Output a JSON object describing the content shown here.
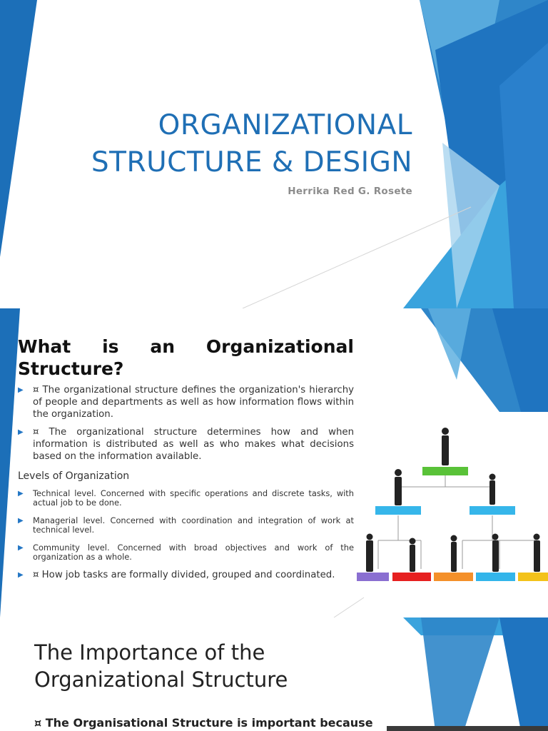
{
  "slide1": {
    "title_line1": "ORGANIZATIONAL",
    "title_line2": "STRUCTURE & DESIGN",
    "author": "Herrika Red G. Rosete"
  },
  "slide2": {
    "heading_words": [
      "What",
      "is",
      "an",
      "Organizational"
    ],
    "heading_line2": "Structure?",
    "bullets_top": [
      "¤ The organizational structure defines the organization's hierarchy of people and departments as well as how information flows within the organization.",
      "¤ The organizational structure determines how and when information is distributed as well as who makes what decisions based on the information available."
    ],
    "levels_label": "Levels of Organization",
    "levels": [
      "Technical level. Concerned with specific operations and discrete tasks, with actual job to be done.",
      "Managerial level. Concerned with coordination and integration of work at technical level.",
      "Community level. Concerned with broad objectives and work of the organization as a whole."
    ],
    "bullet_last": "¤ How job tasks are formally divided, grouped and coordinated."
  },
  "slide3": {
    "title_line1": "The Importance of the",
    "title_line2": "Organizational Structure",
    "bullet": "¤ The Organisational Structure is important because"
  },
  "colors": {
    "accent_blue": "#1f6fb5",
    "deco_blue_dark": "#1c6fb8",
    "deco_blue_light": "#3aa3dd",
    "tier_top": "#59c238",
    "tier_mid": "#36b6ea",
    "tier_bottom": [
      "#8a6fd1",
      "#e62020",
      "#f4902a",
      "#33b5ea",
      "#f3c21a"
    ]
  }
}
